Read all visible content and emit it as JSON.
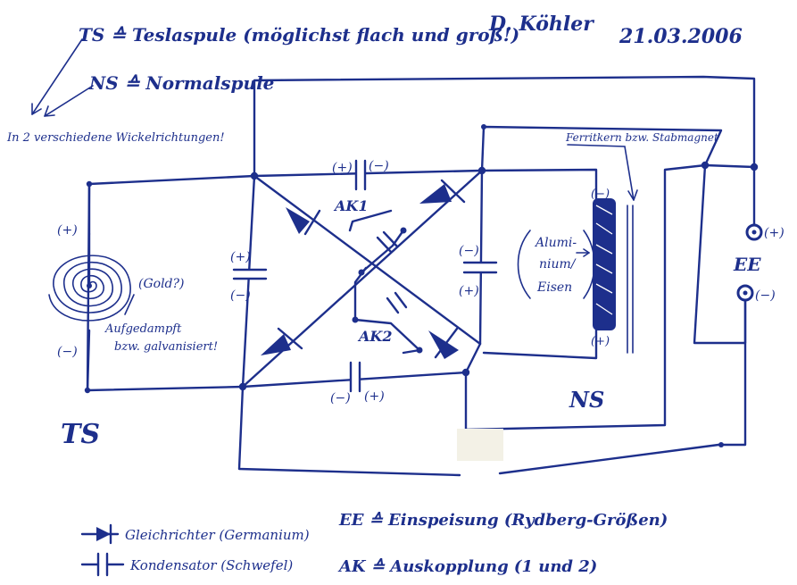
{
  "header": {
    "ts_line": "TS ≙ Teslaspule (möglichst flach und groß!)",
    "ns_line": "NS ≙ Normalspule",
    "winding_note": "In 2 verschiedene Wickelrichtungen!",
    "signature": "D. Köhler",
    "date": "21.03.2006"
  },
  "labels": {
    "ferrite": "Ferritkern bzw. Stabmagnet",
    "gold": "(Gold?)",
    "vapor_1": "Aufgedampft",
    "vapor_2": "bzw. galvanisiert!",
    "alu_1": "Alumi-",
    "alu_2": "nium/",
    "alu_3": "Eisen",
    "ak1": "AK1",
    "ak2": "AK2",
    "ee": "EE",
    "ts": "TS",
    "ns": "NS",
    "plus": "(+)",
    "minus": "(−)"
  },
  "legend": {
    "rectifier": "Gleichrichter (Germanium)",
    "capacitor": "Kondensator (Schwefel)",
    "ee_def": "EE ≙ Einspeisung (Rydberg-Größen)",
    "ak_def": "AK ≙ Auskopplung (1 und 2)"
  },
  "colors": {
    "ink": "#1d2f8c",
    "paper": "#ffffff"
  }
}
